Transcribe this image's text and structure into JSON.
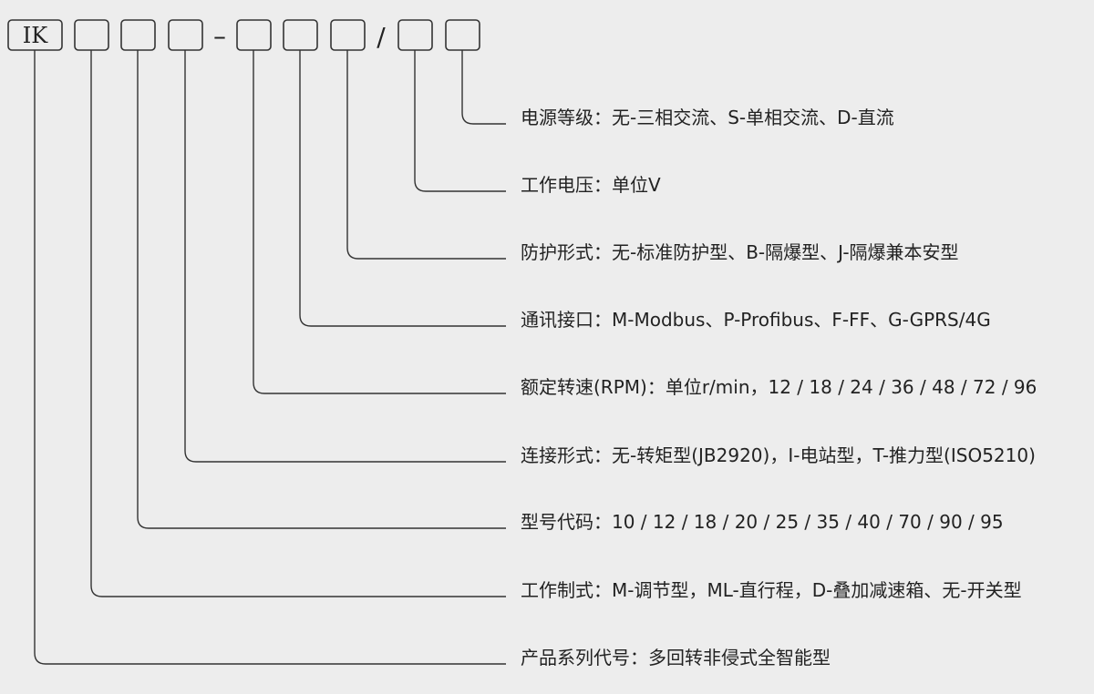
{
  "code": {
    "prefix": "IK",
    "separators": [
      "–",
      "/"
    ]
  },
  "fields": [
    {
      "label": "电源等级",
      "value": "无-三相交流、S-单相交流、D-直流"
    },
    {
      "label": "工作电压",
      "value": "单位V"
    },
    {
      "label": "防护形式",
      "value": "无-标准防护型、B-隔爆型、J-隔爆兼本安型"
    },
    {
      "label": "通讯接口",
      "value": "M-Modbus、P-Profibus、F-FF、G-GPRS/4G"
    },
    {
      "label": "额定转速(RPM)",
      "value": "单位r/min，12 / 18 / 24 / 36 / 48 / 72 / 96"
    },
    {
      "label": "连接形式",
      "value": "无-转矩型(JB2920)，I-电站型，T-推力型(ISO5210)"
    },
    {
      "label": "型号代码",
      "value": "10 / 12 / 18 / 20 / 25 / 35 / 40 / 70 / 90 / 95"
    },
    {
      "label": "工作制式",
      "value": "M-调节型，ML-直行程，D-叠加减速箱、无-开关型"
    },
    {
      "label": "产品系列代号",
      "value": "多回转非侵式全智能型"
    }
  ],
  "label_separator": "："
}
